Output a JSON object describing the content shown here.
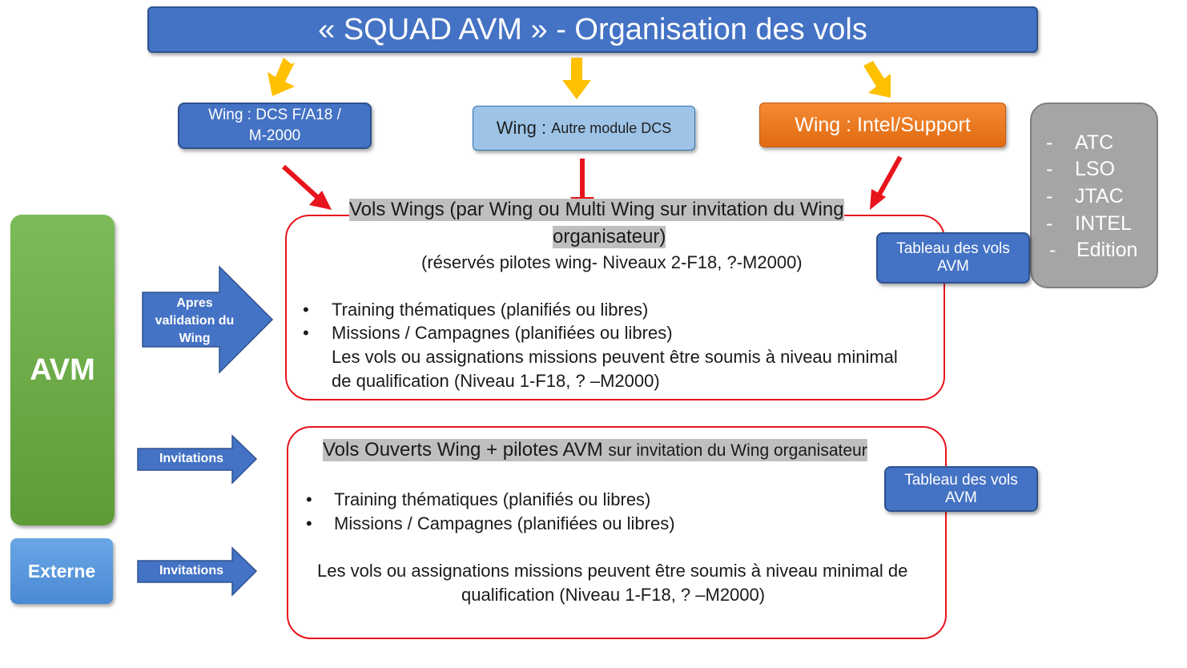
{
  "title": "« SQUAD AVM » - Organisation des vols",
  "wings": {
    "wing1": {
      "line1": "Wing : DCS F/A18 /",
      "line2": "M-2000"
    },
    "wing2": {
      "prefix": "Wing : ",
      "suffix": "Autre module DCS"
    },
    "wing3": {
      "label": "Wing : Intel/Support"
    }
  },
  "roles": [
    "ATC",
    "LSO",
    "JTAC",
    "INTEL",
    "Edition"
  ],
  "roles_dash": "-",
  "avm_label": "AVM",
  "externe_label": "Externe",
  "arrows": {
    "validation": {
      "line1": "Apres",
      "line2": "validation du",
      "line3": "Wing"
    },
    "invitations1": "Invitations",
    "invitations2": "Invitations"
  },
  "panel1": {
    "heading_line1": "Vols Wings (par Wing ou Multi Wing sur invitation du Wing",
    "heading_line2": "organisateur)",
    "subheading": "(réservés pilotes wing- Niveaux 2-F18, ?-M2000)",
    "bullet": "•",
    "items": [
      "Training thématiques  (planifiés ou libres)",
      "Missions / Campagnes (planifiées ou libres)"
    ],
    "note_line1": "Les vols ou assignations missions peuvent être soumis à niveau minimal",
    "note_line2": "de qualification (Niveau 1-F18, ? –M2000)"
  },
  "panel2": {
    "heading_main": "Vols Ouverts Wing + pilotes AVM ",
    "heading_small": "sur invitation du Wing organisateur",
    "bullet": "•",
    "items": [
      "Training thématiques  (planifiés ou libres)",
      "Missions / Campagnes (planifiées ou libres)"
    ],
    "note_line1": "Les vols ou assignations missions peuvent être soumis à niveau minimal de",
    "note_line2": "qualification (Niveau 1-F18, ? –M2000)"
  },
  "tableau1": {
    "line1": "Tableau des vols",
    "line2": "AVM"
  },
  "tableau2": {
    "line1": "Tableau des vols",
    "line2": "AVM"
  },
  "colors": {
    "title_blue": "#4472c4",
    "light_blue": "#9dc3e6",
    "orange": "#ed7d31",
    "grey": "#a5a5a5",
    "green": "#70ad47",
    "red": "#e8141c",
    "yellow_arrow": "#ffc000"
  }
}
